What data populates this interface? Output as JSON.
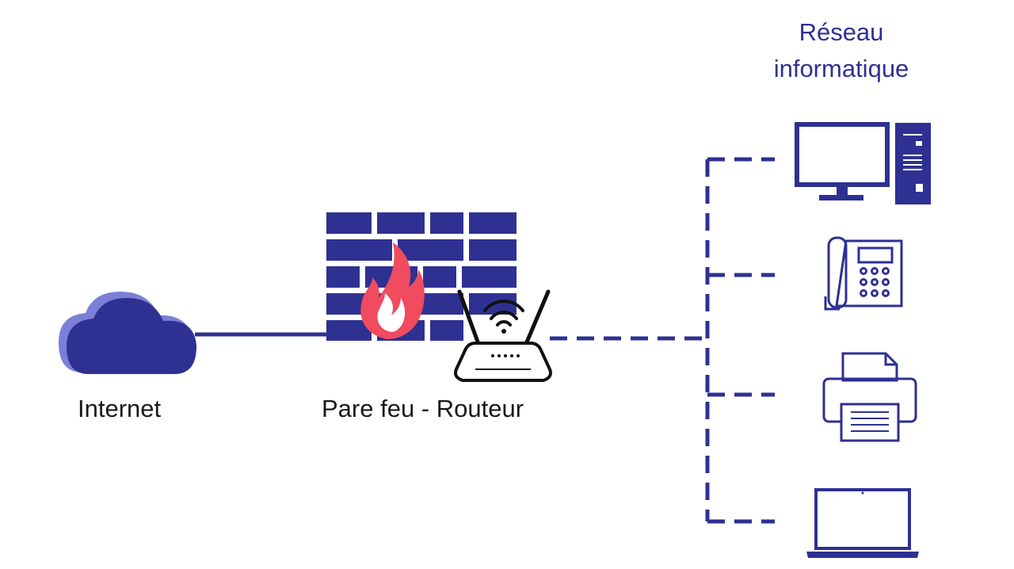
{
  "labels": {
    "internet": "Internet",
    "firewall_router": "Pare feu - Routeur",
    "network_line1": "Réseau",
    "network_line2": "informatique"
  },
  "colors": {
    "primary": "#2e3192",
    "cloud_light": "#7b7fd8",
    "flame": "#f04b5e",
    "router_outline": "#111111",
    "background": "#ffffff"
  },
  "devices": [
    "computer-icon",
    "desk-phone-icon",
    "printer-icon",
    "laptop-icon"
  ]
}
